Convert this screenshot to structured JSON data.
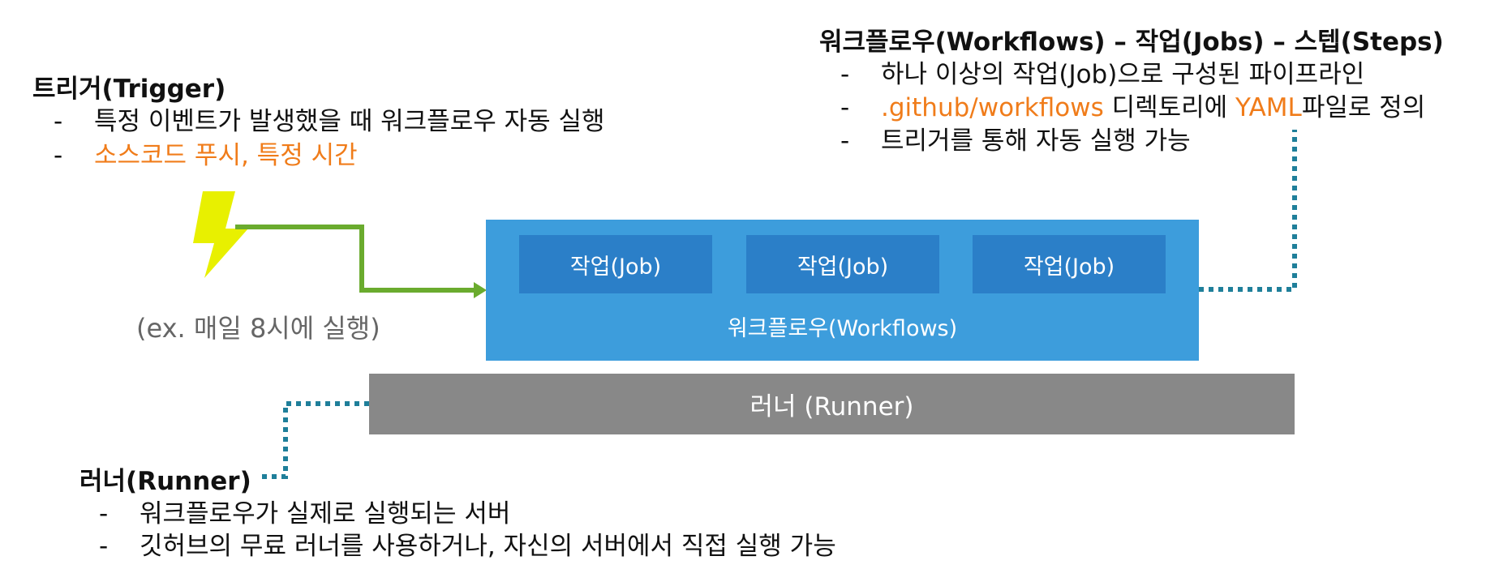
{
  "trigger": {
    "heading": "트리거(Trigger)",
    "bullets": [
      {
        "dash": "-",
        "parts": [
          "특정 이벤트가 발생했을 때 워크플로우 자동 실행"
        ]
      },
      {
        "dash": "-",
        "parts": [
          "소스코드 푸시, 특정 시간"
        ]
      }
    ],
    "example": "(ex. 매일 8시에 실행)"
  },
  "workflow": {
    "heading": "워크플로우(Workflows) – 작업(Jobs) – 스텝(Steps)",
    "bullet1": "하나 이상의 작업(Job)으로 구성된 파이프라인",
    "bullet2": {
      "path": ".github/workflows",
      "mid": " 디렉토리에 ",
      "yaml": "YAML",
      "end": "파일로 정의"
    },
    "bullet3": "트리거를 통해 자동 실행 가능",
    "dash": "-",
    "jobs": [
      "작업(Job)",
      "작업(Job)",
      "작업(Job)"
    ],
    "box_label": "워크플로우(Workflows)"
  },
  "runner": {
    "bar_label": "러너 (Runner)",
    "heading": "러너(Runner)",
    "bullets": [
      "워크플로우가 실제로 실행되는 서버",
      "깃허브의 무료 러너를 사용하거나, 자신의 서버에서 직접 실행 가능"
    ],
    "dash": "-"
  },
  "colors": {
    "accent_orange": "#f07c1a",
    "workflow_blue": "#3d9ddc",
    "job_blue": "#2b7fc8",
    "runner_gray": "#888888",
    "arrow_green": "#6aab2e",
    "bolt_yellow": "#e8f000",
    "dotted_teal": "#1f7f9a"
  },
  "icons": [
    "lightning-bolt-icon"
  ]
}
